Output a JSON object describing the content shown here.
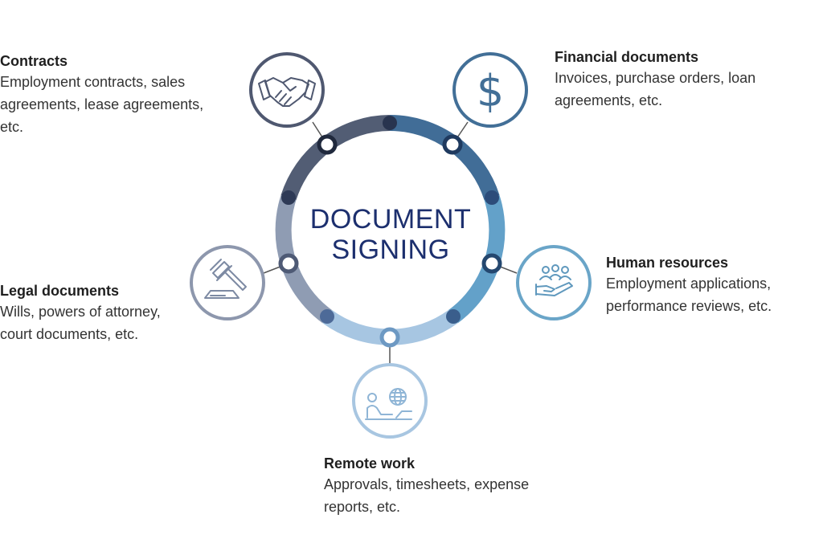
{
  "center": {
    "line1": "DOCUMENT",
    "line2": "SIGNING"
  },
  "colors": {
    "title_text": "#1c2f6e",
    "ring_gradient": [
      "#56627a",
      "#3c6692",
      "#66a6cc",
      "#a9c8e3",
      "#8e9cb2"
    ],
    "icon_contracts": "#4f5870",
    "icon_financial": "#426f97",
    "icon_hr": "#6aa5c8",
    "icon_remote": "#a8c6e1",
    "icon_legal": "#8d97ad"
  },
  "items": [
    {
      "id": "contracts",
      "icon": "handshake-icon",
      "title": "Contracts",
      "desc_lines": [
        "Employment contracts, sales",
        "agreements, lease agreements,",
        "etc."
      ]
    },
    {
      "id": "financial",
      "icon": "dollar-icon",
      "title": "Financial documents",
      "desc_lines": [
        "Invoices, purchase orders, loan",
        "agreements, etc."
      ]
    },
    {
      "id": "hr",
      "icon": "people-hand-icon",
      "title": "Human resources",
      "desc_lines": [
        "Employment applications,",
        "performance reviews, etc."
      ]
    },
    {
      "id": "remote",
      "icon": "remote-work-icon",
      "title": "Remote work",
      "desc_lines": [
        "Approvals, timesheets, expense",
        "reports, etc."
      ]
    },
    {
      "id": "legal",
      "icon": "gavel-icon",
      "title": "Legal documents",
      "desc_lines": [
        "Wills, powers of attorney,",
        "court documents, etc."
      ]
    }
  ]
}
